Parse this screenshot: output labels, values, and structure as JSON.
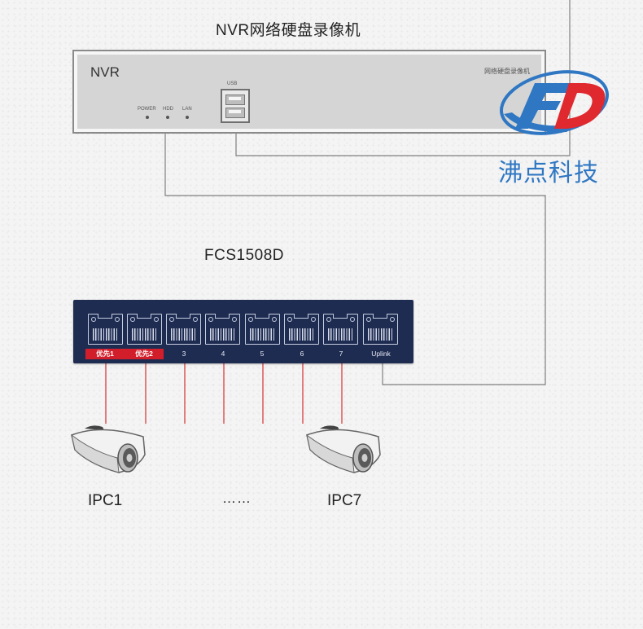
{
  "nvr": {
    "title": "NVR网络硬盘录像机",
    "panel_name": "NVR",
    "panel_brand": "网络硬盘录像机",
    "leds": [
      "POWER",
      "HDD",
      "LAN"
    ],
    "usb_label": "USB"
  },
  "brand": {
    "company": "沸点科技",
    "logo_colors": {
      "blue": "#2f77c3",
      "red": "#e0282f"
    }
  },
  "switch": {
    "model": "FCS1508D",
    "ports": [
      {
        "label": "优先1",
        "priority": true
      },
      {
        "label": "优先2",
        "priority": true
      },
      {
        "label": "3",
        "priority": false
      },
      {
        "label": "4",
        "priority": false
      },
      {
        "label": "5",
        "priority": false
      },
      {
        "label": "6",
        "priority": false
      },
      {
        "label": "7",
        "priority": false
      },
      {
        "label": "Uplink",
        "priority": false
      }
    ],
    "body_color": "#1f2c52",
    "priority_color": "#d21e2b"
  },
  "cameras": [
    {
      "label": "IPC1"
    },
    {
      "label": "IPC7"
    }
  ],
  "ellipsis": "……",
  "colors": {
    "cable": "#d63030",
    "wire": "#7a7a7a"
  }
}
